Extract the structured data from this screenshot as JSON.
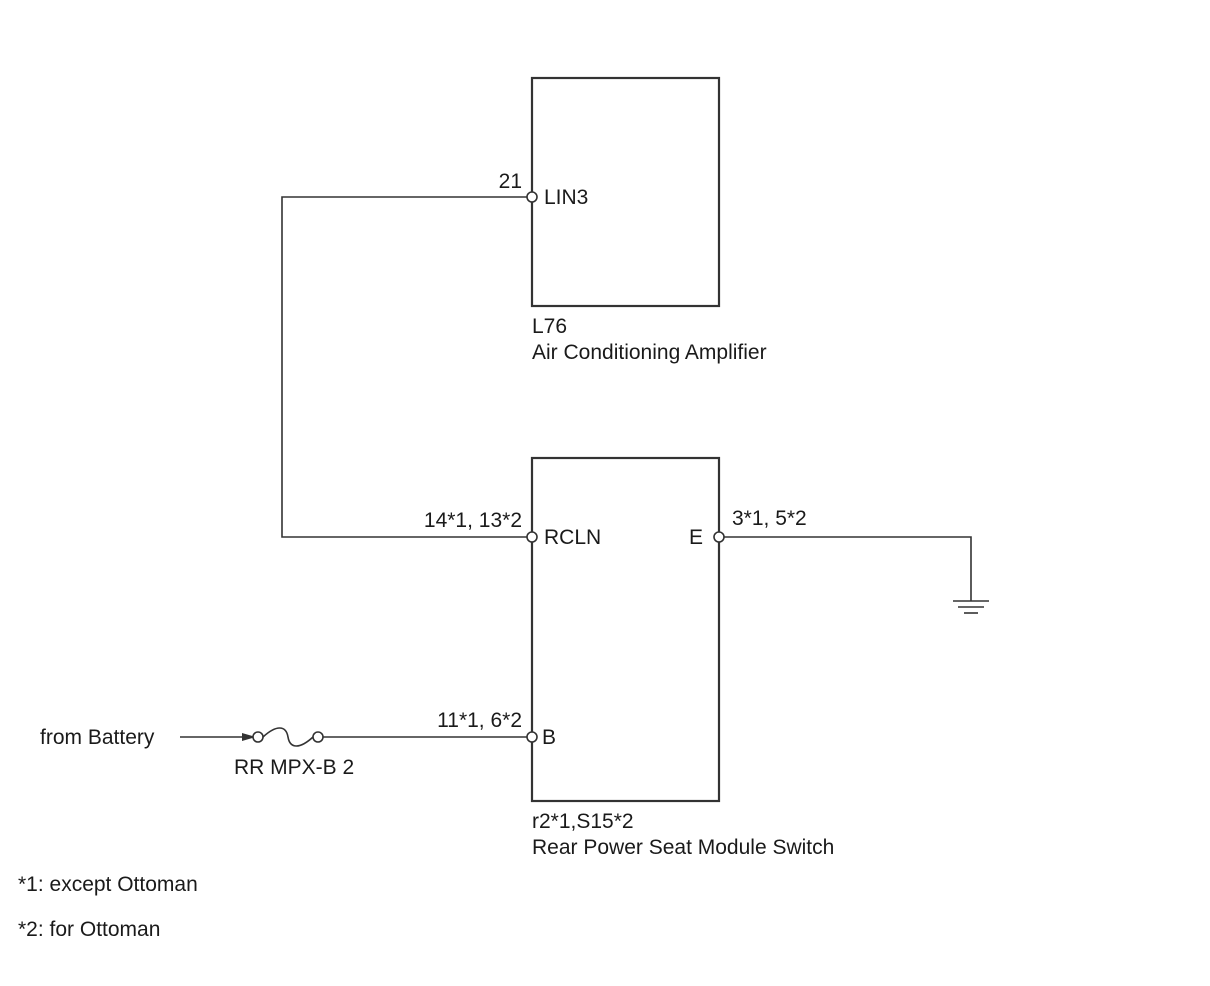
{
  "components": {
    "amplifier": {
      "code": "L76",
      "name": "Air Conditioning Amplifier"
    },
    "switch": {
      "code": "r2*1,S15*2",
      "name": "Rear Power Seat Module Switch"
    }
  },
  "pins": {
    "lin3": {
      "number": "21",
      "label": "LIN3"
    },
    "rcln": {
      "number": "14*1, 13*2",
      "label": "RCLN"
    },
    "e": {
      "number": "3*1, 5*2",
      "label": "E"
    },
    "b": {
      "number": "11*1, 6*2",
      "label": "B"
    }
  },
  "power": {
    "source": "from Battery",
    "fuse": "RR MPX-B 2"
  },
  "notes": [
    "*1: except Ottoman",
    "*2: for Ottoman"
  ]
}
